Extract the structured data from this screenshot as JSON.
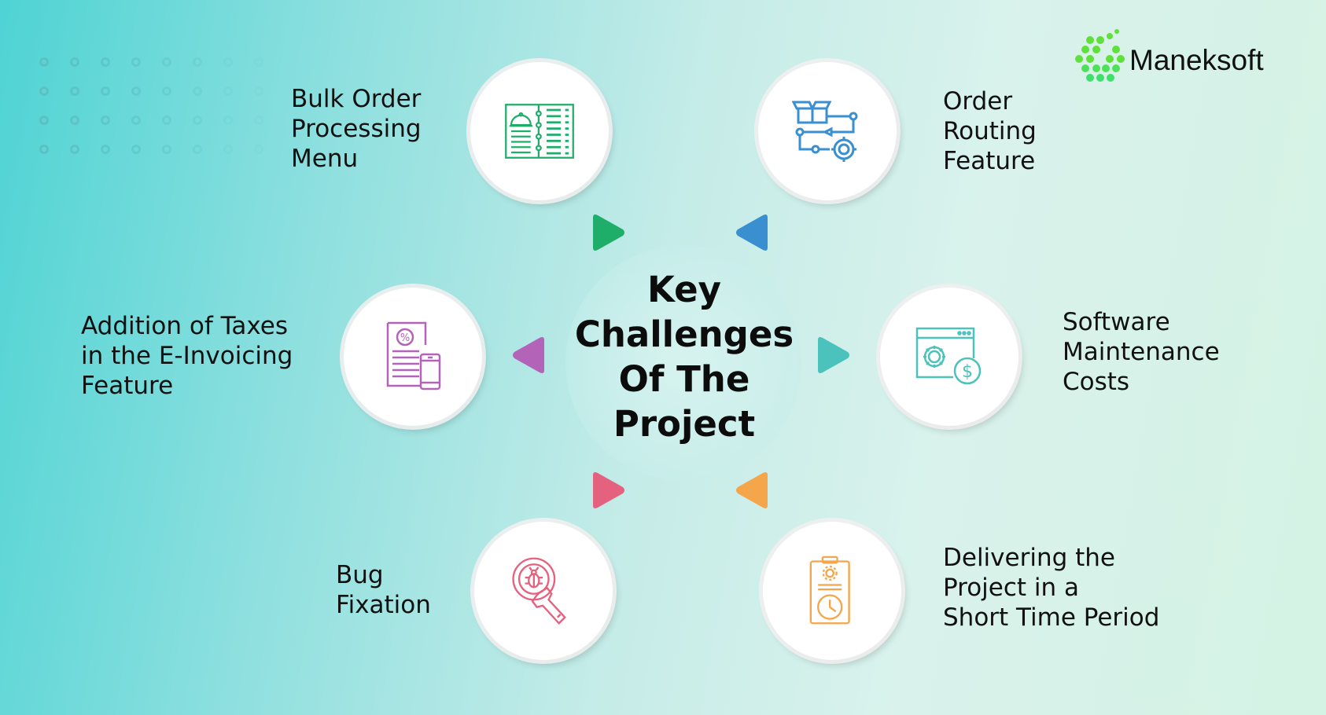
{
  "logo": {
    "text": "Maneksoft",
    "accent": "#5fe03a"
  },
  "center_title": [
    "Key",
    "Challenges",
    "Of The",
    "Project"
  ],
  "items": [
    {
      "id": "bulk-order",
      "lines": [
        "Bulk Order",
        "Processing",
        "Menu"
      ],
      "icon": "menu-book-icon",
      "color": "#1fae6a"
    },
    {
      "id": "order-routing",
      "lines": [
        "Order",
        "Routing",
        "Feature"
      ],
      "icon": "routing-flow-icon",
      "color": "#3a8fd0"
    },
    {
      "id": "taxes",
      "lines": [
        "Addition of Taxes",
        "in the E-Invoicing",
        "Feature"
      ],
      "icon": "invoice-percent-icon",
      "color": "#b464b8"
    },
    {
      "id": "software-maintenance",
      "lines": [
        "Software",
        "Maintenance",
        "Costs"
      ],
      "icon": "gear-dollar-window-icon",
      "color": "#4bc2bc"
    },
    {
      "id": "bug-fixation",
      "lines": [
        "Bug",
        "Fixation"
      ],
      "icon": "bug-wrench-icon",
      "color": "#e4627e"
    },
    {
      "id": "delivering",
      "lines": [
        "Delivering the",
        "Project in a",
        "Short Time Period"
      ],
      "icon": "clipboard-clock-icon",
      "color": "#f5a54a"
    }
  ]
}
